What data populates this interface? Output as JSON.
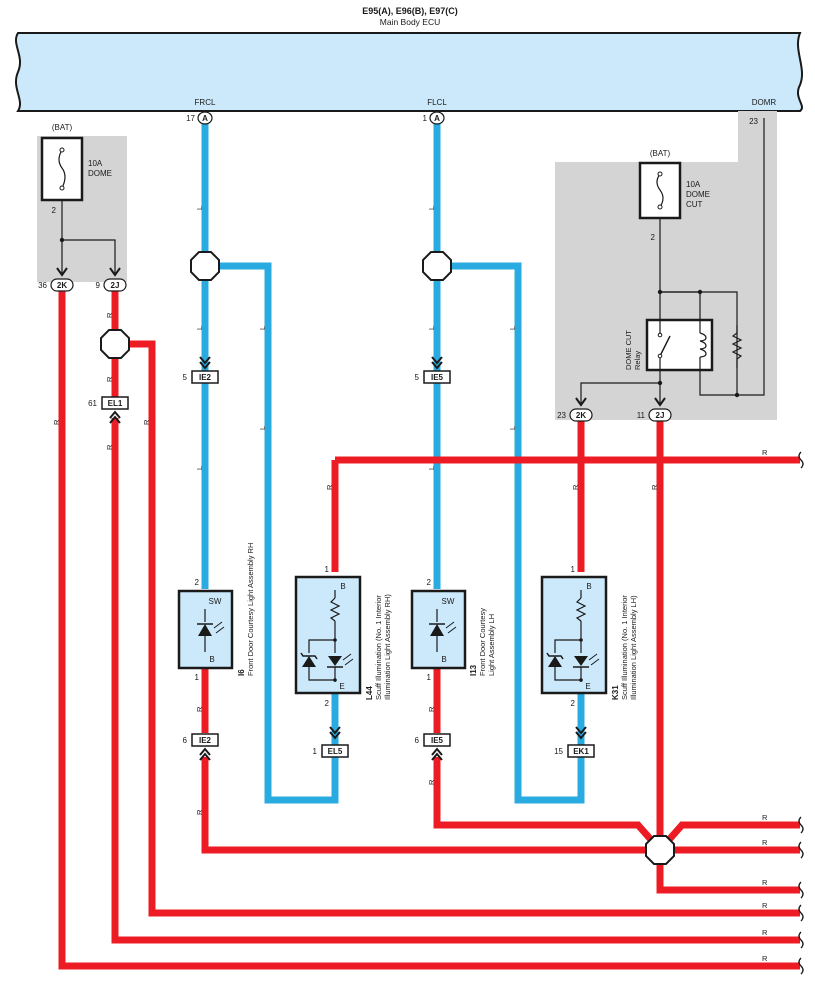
{
  "header": {
    "ecu_variants": "E95(A), E96(B), E97(C)",
    "ecu_name": "Main Body ECU"
  },
  "ecu_pins": {
    "frcl": {
      "name": "FRCL",
      "pin": "17",
      "conn": "A"
    },
    "flcl": {
      "name": "FLCL",
      "pin": "1",
      "conn": "A"
    },
    "domr": {
      "name": "DOMR",
      "pin": "23"
    }
  },
  "fuses": {
    "dome": {
      "supply": "(BAT)",
      "rating": "10A",
      "name": "DOME",
      "pin": "2"
    },
    "dome_cut": {
      "supply": "(BAT)",
      "rating": "10A",
      "name_line1": "DOME",
      "name_line2": "CUT",
      "pin": "2"
    }
  },
  "relay": {
    "name_line1": "DOME CUT",
    "name_line2": "Relay"
  },
  "junctions": {
    "left_2k": {
      "pin": "36",
      "conn": "2K"
    },
    "left_2j": {
      "pin": "9",
      "conn": "2J"
    },
    "right_2k": {
      "pin": "23",
      "conn": "2K"
    },
    "right_2j": {
      "pin": "11",
      "conn": "2J"
    }
  },
  "connectors": {
    "el1": {
      "pin": "61",
      "name": "EL1"
    },
    "ie2_top": {
      "pin": "5",
      "name": "IE2"
    },
    "ie5_top": {
      "pin": "5",
      "name": "IE5"
    },
    "ie2_bot": {
      "pin": "6",
      "name": "IE2"
    },
    "el5": {
      "pin": "1",
      "name": "EL5"
    },
    "ie5_bot": {
      "pin": "6",
      "name": "IE5"
    },
    "ek1": {
      "pin": "15",
      "name": "EK1"
    }
  },
  "components": {
    "i6": {
      "code": "I6",
      "line1": "Front Door Courtesy Light Assembly RH",
      "top_pin": "2",
      "bot_pin": "1",
      "top_term": "SW",
      "bot_term": "B"
    },
    "l44": {
      "code": "L44",
      "line1": "Scuff Illumination (No. 1 Interior",
      "line2": "Illumination Light Assembly RH)",
      "top_pin": "1",
      "bot_pin": "2",
      "top_term": "B",
      "bot_term": "E"
    },
    "i13": {
      "code": "I13",
      "line1": "Front Door Courtesy",
      "line2": "Light Assembly LH",
      "top_pin": "2",
      "bot_pin": "1",
      "top_term": "SW",
      "bot_term": "B"
    },
    "k31": {
      "code": "K31",
      "line1": "Scuff Illumination (No. 1 Interior",
      "line2": "Illumination Light Assembly LH)",
      "top_pin": "1",
      "bot_pin": "2",
      "top_term": "B",
      "bot_term": "E"
    }
  },
  "wires": {
    "red": "R",
    "blue": "L"
  },
  "colors": {
    "red": "#ed1c24",
    "blue": "#29abe2",
    "ecu_fill": "#cce9fb",
    "gray_box": "#d4d4d4",
    "comp_fill": "#cce9fb"
  }
}
